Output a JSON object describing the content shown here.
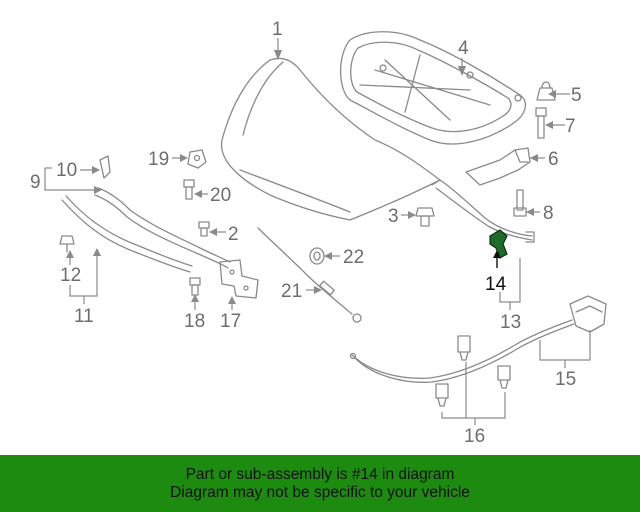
{
  "callouts": {
    "c1": "1",
    "c2": "2",
    "c3": "3",
    "c4": "4",
    "c5": "5",
    "c6": "6",
    "c7": "7",
    "c8": "8",
    "c9": "9",
    "c10": "10",
    "c11": "11",
    "c12": "12",
    "c13": "13",
    "c14": "14",
    "c15": "15",
    "c16": "16",
    "c17": "17",
    "c18": "18",
    "c19": "19",
    "c20": "20",
    "c21": "21",
    "c22": "22"
  },
  "highlighted_part": "14",
  "banner": {
    "line1": "Part or sub-assembly is #14 in diagram",
    "line2": "Diagram may not be specific to your vehicle",
    "background_color": "#1d8a10"
  }
}
